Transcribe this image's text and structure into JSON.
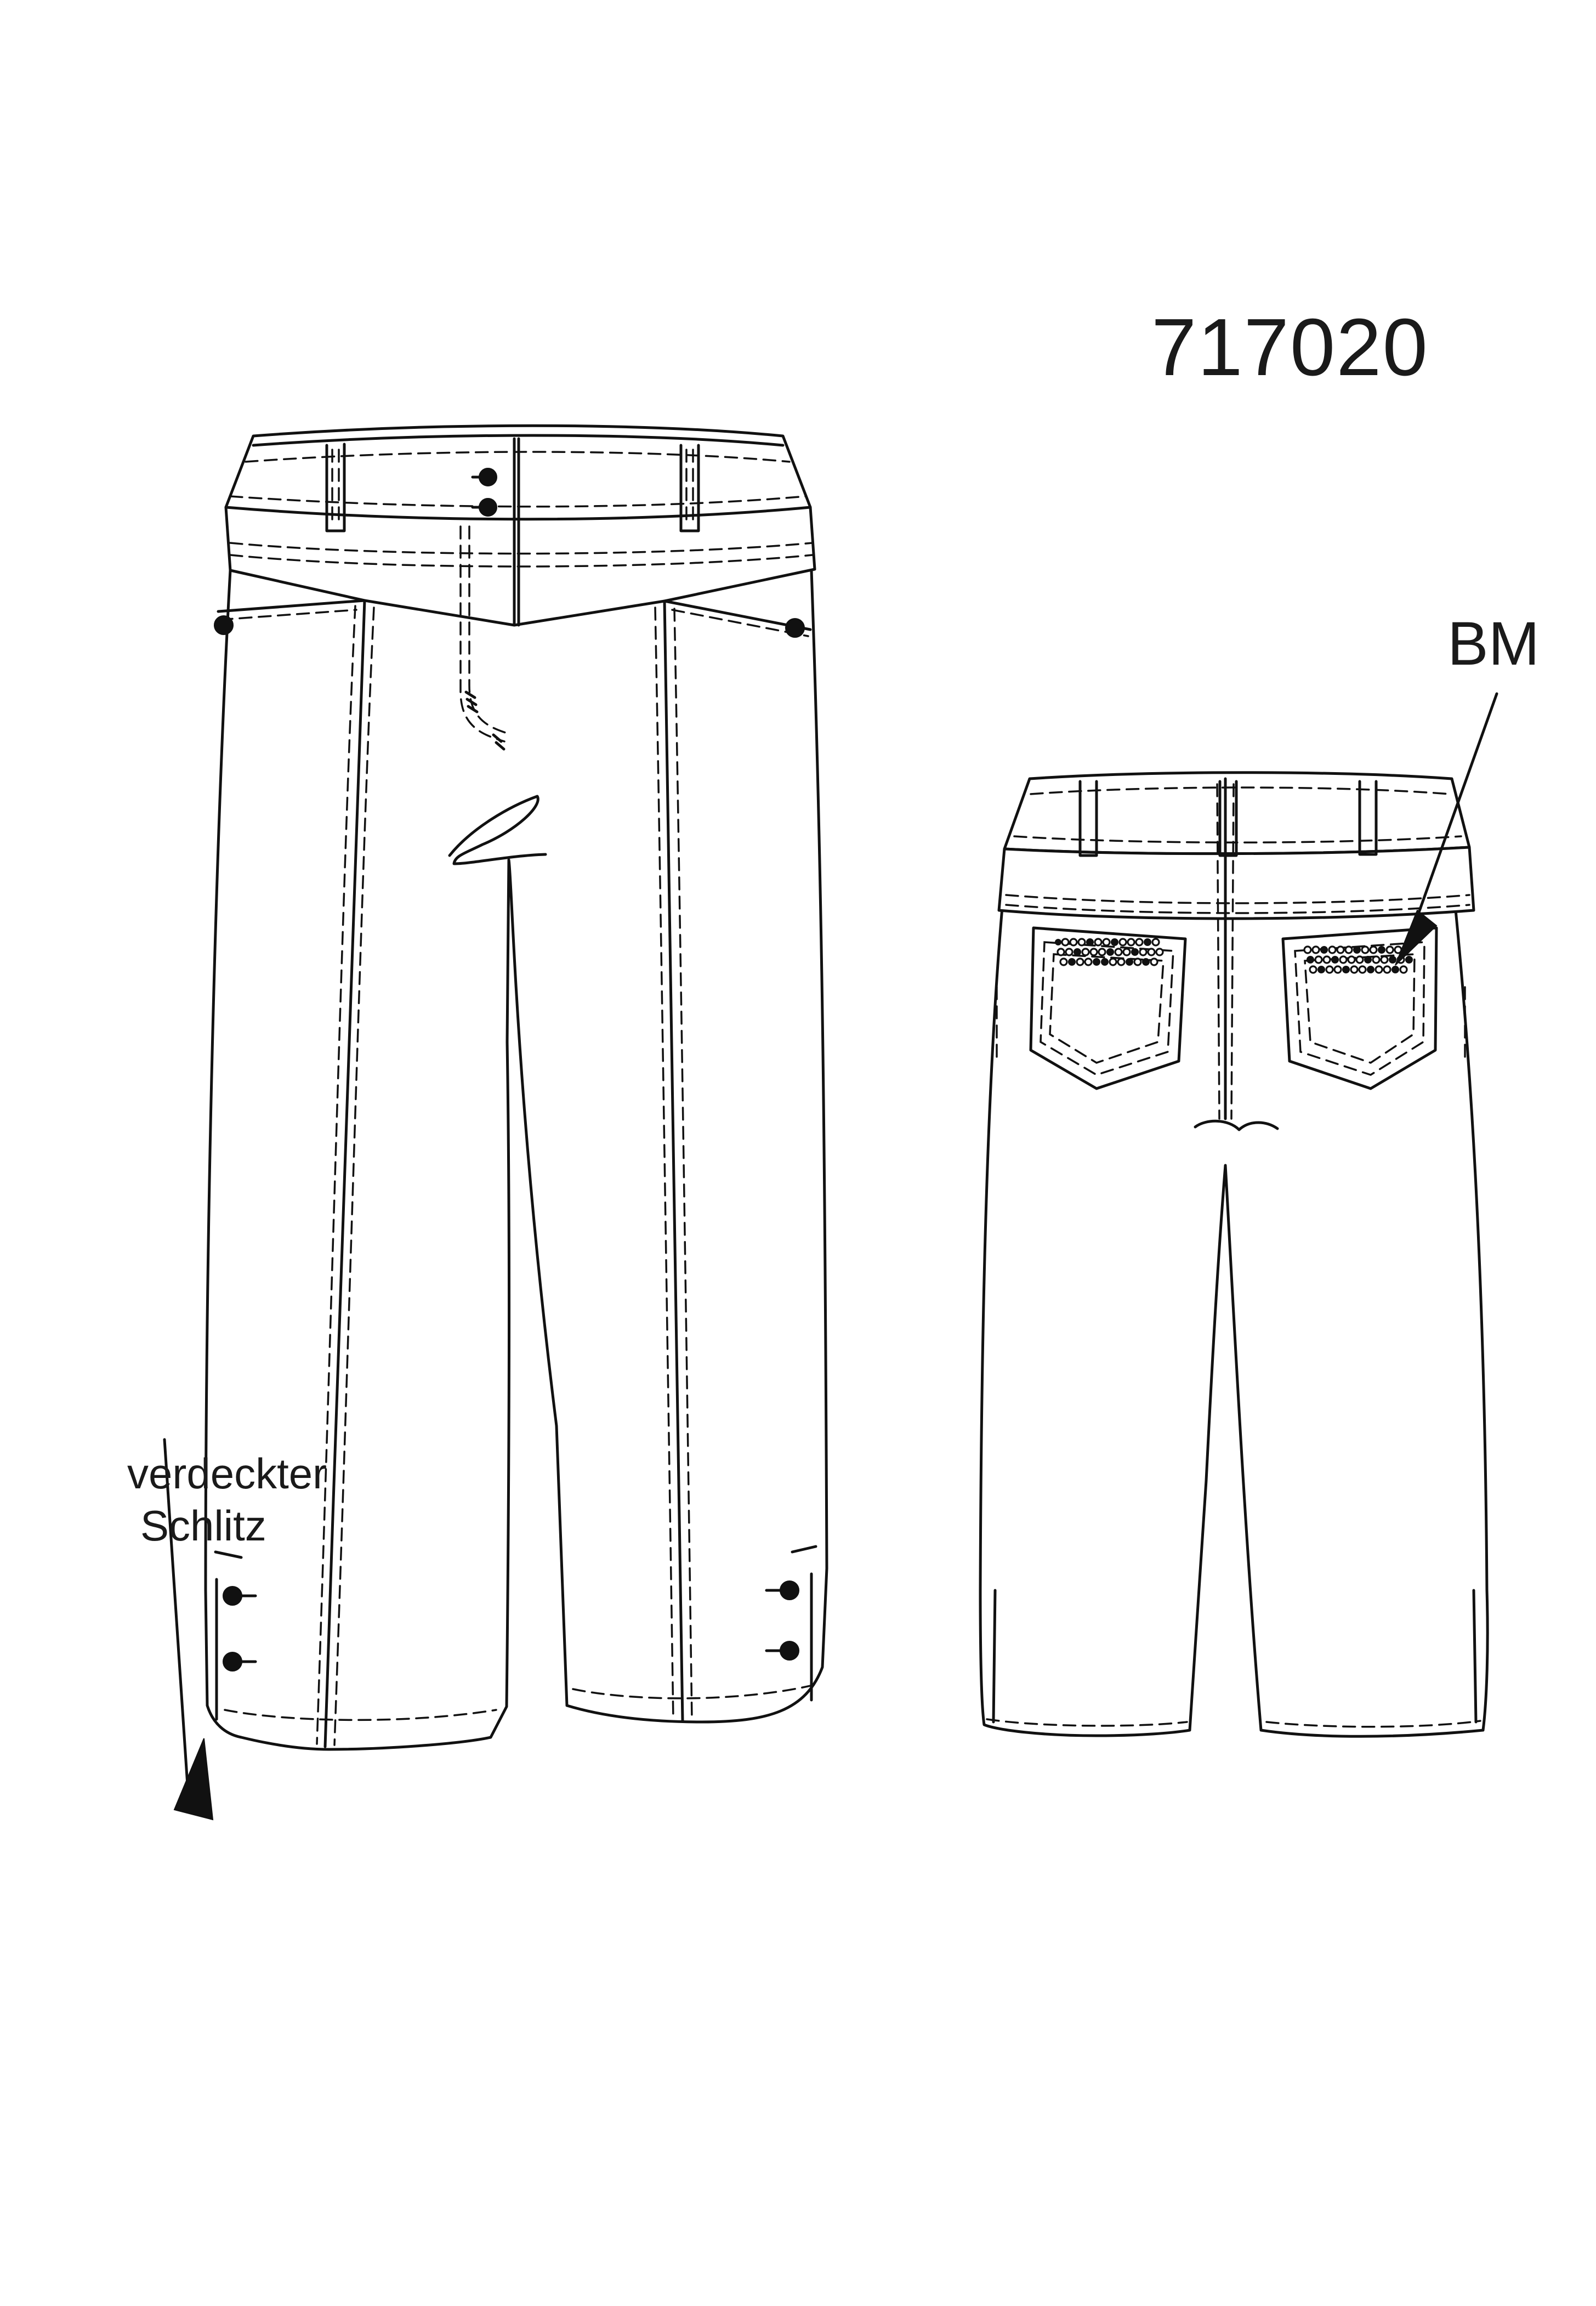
{
  "style_number": "717020",
  "annotations": {
    "back_detail_label": "BM",
    "slit_label_line1": "verdeckter",
    "slit_label_line2": "Schlitz"
  },
  "colors": {
    "line": "#111111",
    "background": "#ffffff"
  }
}
